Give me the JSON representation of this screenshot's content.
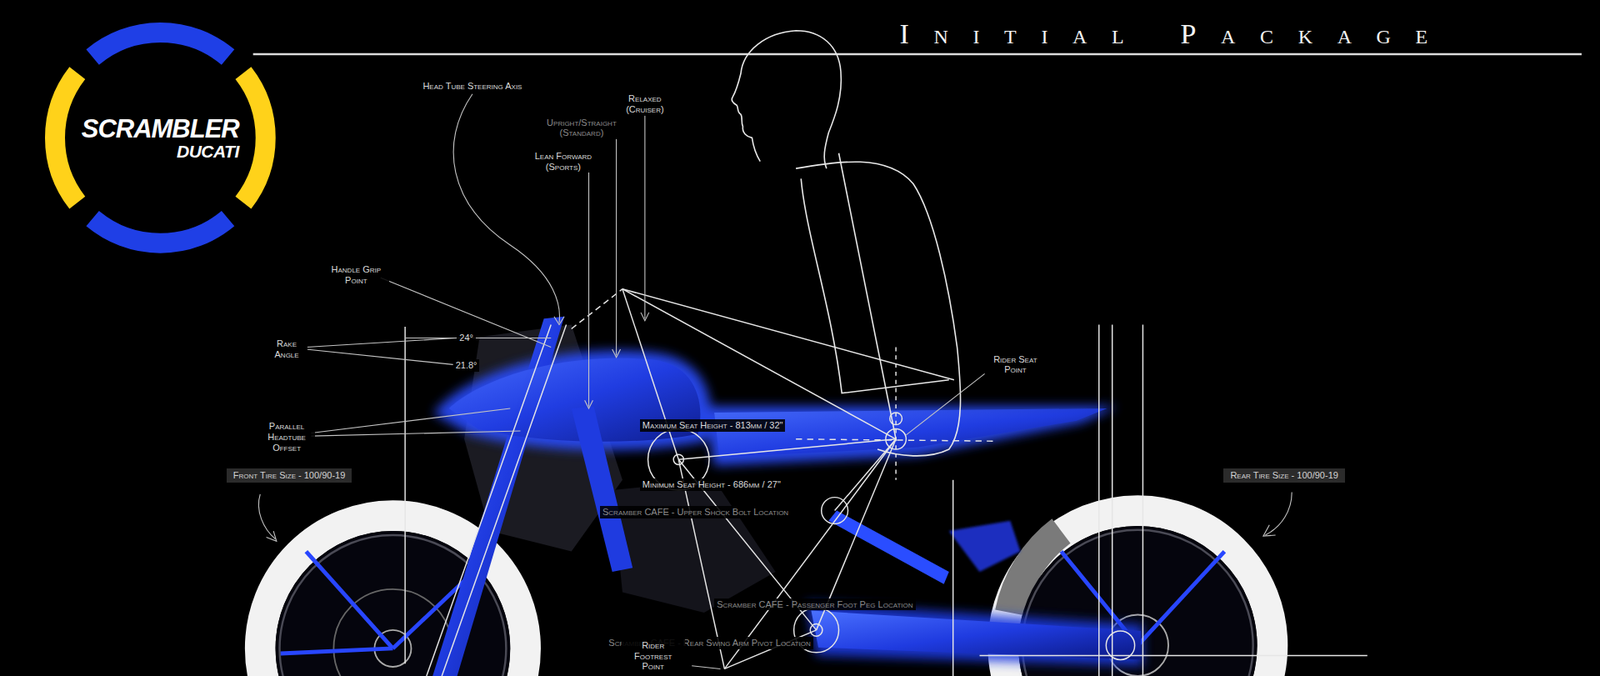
{
  "diagram": {
    "title": "Initial Package",
    "nodes": [
      {
        "text": [
          "SCRAMBLER",
          "DUCATI"
        ]
      },
      {
        "text": [
          "Front Tire Size - 100/90-19"
        ]
      },
      {
        "text": [
          "Rear Tire Size - 100/90-19"
        ]
      }
    ],
    "labels": [
      "Head Tube Steering Axis",
      "Relaxed (Cruiser)",
      "Upright/Straight (Standard)",
      "Lean Forward (Sports)",
      "Handle Grip Point",
      "Rake Angle",
      "24°",
      "21.8°",
      "Parallel Headtube Offset",
      "Rider Seat Point",
      "Maximum Seat Height - 813mm / 32\"",
      "Minimum Seat Height - 686mm / 27\"",
      "Scramber CAFE - Upper Shock Bolt Location",
      "Scramber CAFE - Passenger Foot Peg Location",
      "Scramber CAFE - Rear Swing Arm Pivot Location",
      "Rider Footrest Point"
    ]
  }
}
